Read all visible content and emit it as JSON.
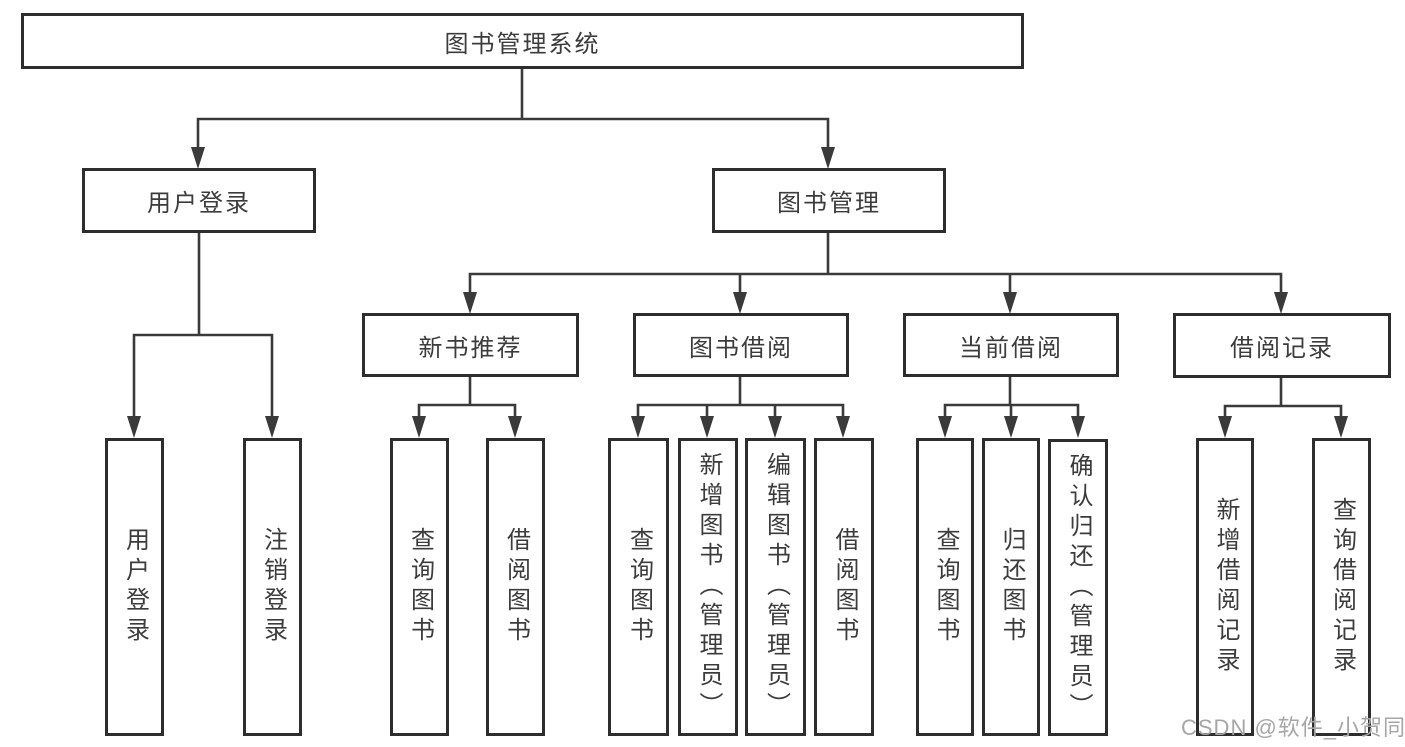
{
  "diagram": {
    "title": "图书管理系统",
    "colors": {
      "line": "#3a3a3a",
      "box_border": "#2d2d2d",
      "text": "#3c3c3c",
      "watermark_text": "#a6a6a6",
      "background": "#ffffff"
    },
    "tree": {
      "root": {
        "label": "图书管理系统"
      },
      "children": [
        {
          "label": "用户登录",
          "children": [
            {
              "label": "用户登录"
            },
            {
              "label": "注销登录"
            }
          ]
        },
        {
          "label": "图书管理",
          "children": [
            {
              "label": "新书推荐",
              "children": [
                {
                  "label": "查询图书"
                },
                {
                  "label": "借阅图书"
                }
              ]
            },
            {
              "label": "图书借阅",
              "children": [
                {
                  "label": "查询图书"
                },
                {
                  "label": "新增图书（管理员）"
                },
                {
                  "label": "编辑图书（管理员）"
                },
                {
                  "label": "借阅图书"
                }
              ]
            },
            {
              "label": "当前借阅",
              "children": [
                {
                  "label": "查询图书"
                },
                {
                  "label": "归还图书"
                },
                {
                  "label": "确认归还（管理员）"
                }
              ]
            },
            {
              "label": "借阅记录",
              "children": [
                {
                  "label": "新增借阅记录"
                },
                {
                  "label": "查询借阅记录"
                }
              ]
            }
          ]
        }
      ]
    }
  },
  "watermark": {
    "text": "CSDN @软件_小贺同学"
  }
}
